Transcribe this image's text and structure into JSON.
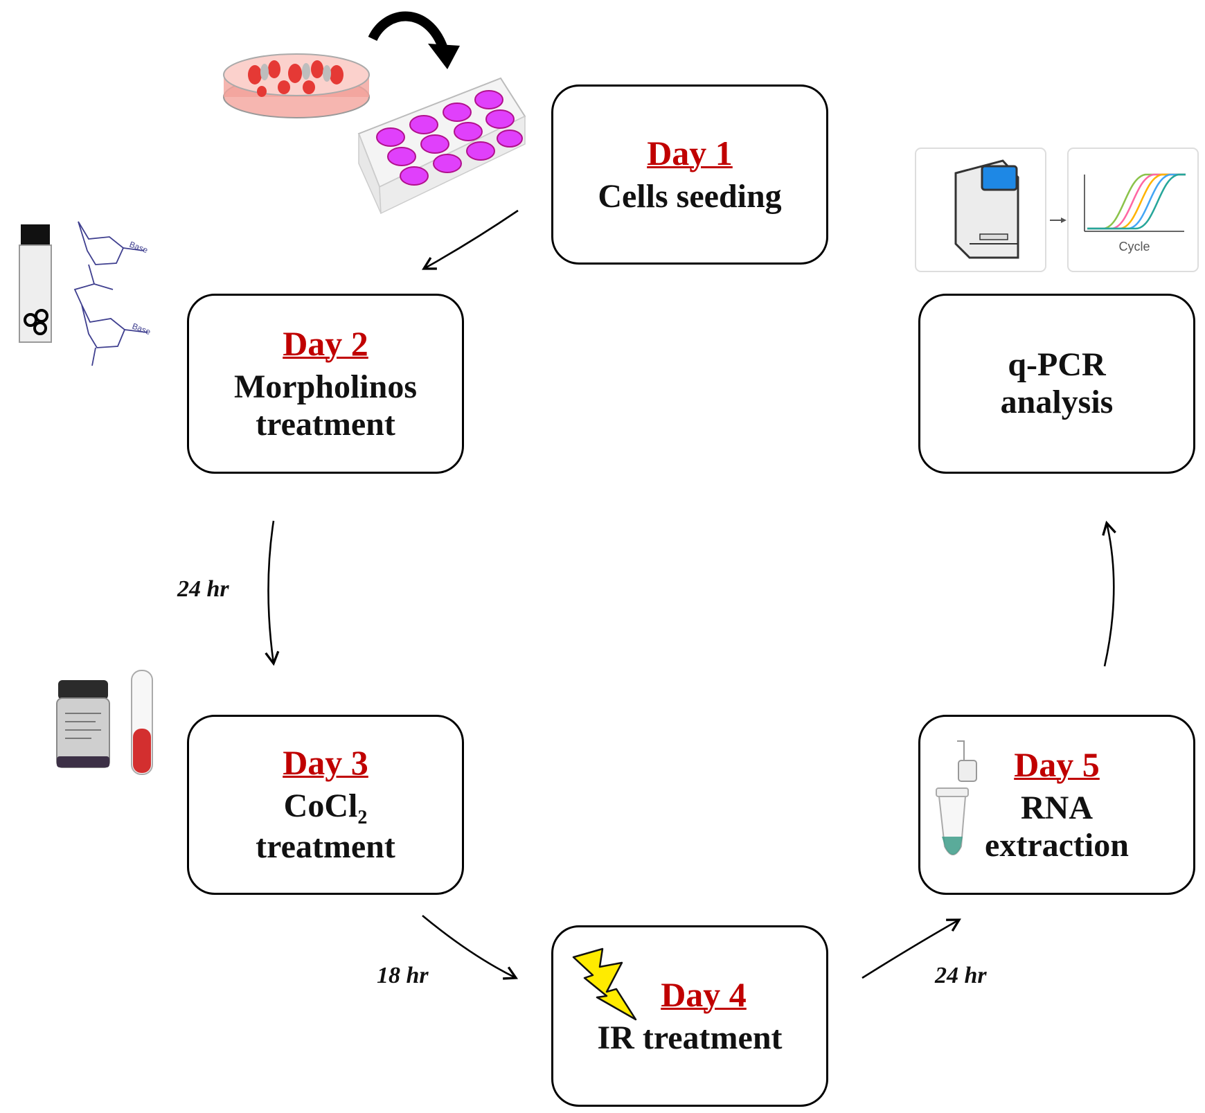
{
  "steps": [
    {
      "day": "Day 1",
      "lines": [
        "Cells seeding"
      ]
    },
    {
      "day": "Day 2",
      "lines": [
        "Morpholinos",
        "treatment"
      ]
    },
    {
      "day": "Day 3",
      "line1_main": "CoCl",
      "line1_sub": "2",
      "line2": "treatment"
    },
    {
      "day": "Day 4",
      "lines": [
        "IR treatment"
      ]
    },
    {
      "day": "Day 5",
      "lines": [
        "RNA",
        "extraction"
      ]
    },
    {
      "day": "",
      "lines": [
        "q-PCR",
        "analysis"
      ]
    }
  ],
  "durations": {
    "day2_to_day3": "24 hr",
    "day3_to_day4": "18 hr",
    "day4_to_day5": "24 hr"
  },
  "illustrations": {
    "qpcr_chart_axis_label": "Cycle",
    "qpcr_curve_colors": [
      "#8bc34a",
      "#ff66a3",
      "#ffb300",
      "#42a5f5",
      "#26a69a"
    ],
    "structure_label": "Base",
    "colors": {
      "day_red": "#c00000",
      "culture_red": "#e53935",
      "plate_pink": "#e040fb",
      "bolt_yellow": "#ffeb00",
      "tube_red": "#d32f2f",
      "screen_blue": "#1e88e5",
      "structure_blue": "#3f3f8f"
    }
  }
}
